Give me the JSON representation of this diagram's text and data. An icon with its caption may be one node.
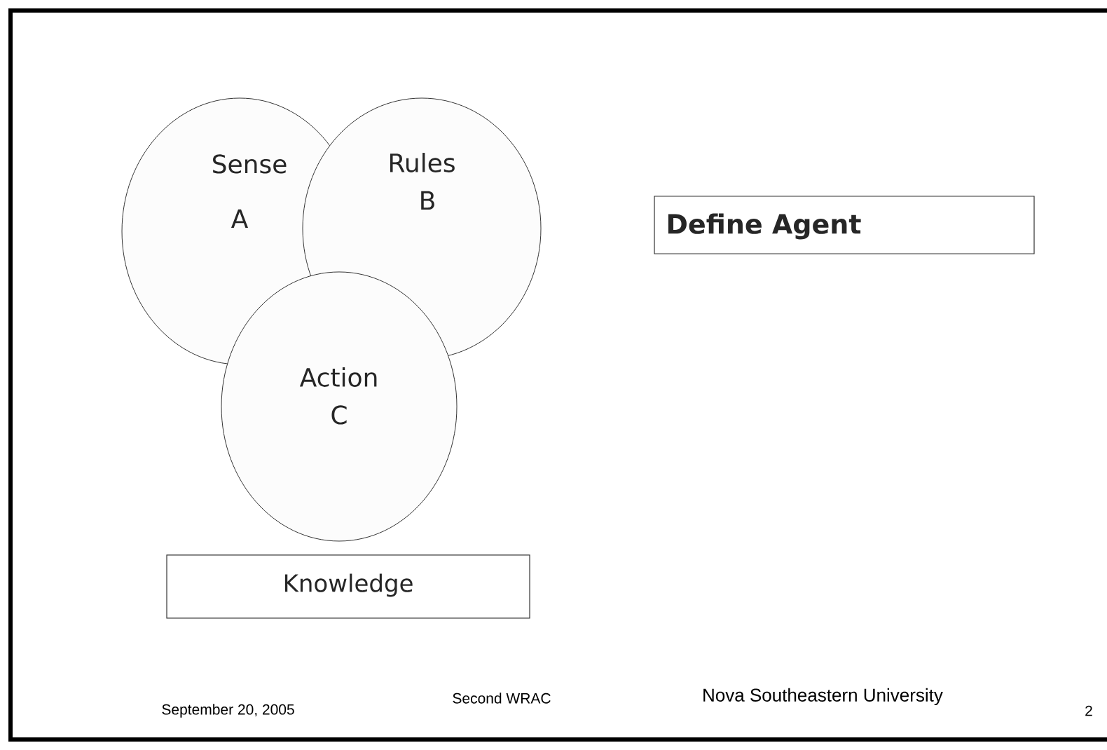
{
  "diagram": {
    "nodes": [
      {
        "text": [
          "Sense",
          "A"
        ]
      },
      {
        "text": [
          "Rules",
          "B"
        ]
      },
      {
        "text": [
          "Action",
          "C"
        ]
      },
      {
        "text": [
          "Define Agent"
        ]
      },
      {
        "text": [
          "Knowledge"
        ]
      }
    ],
    "labels": [
      "September 20, 2005",
      "Second WRAC",
      "Nova Southeastern University",
      "2"
    ]
  }
}
